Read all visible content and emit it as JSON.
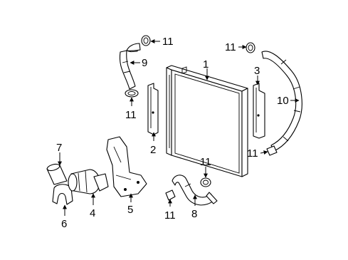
{
  "diagram": {
    "callouts": {
      "c1": "1",
      "c2": "2",
      "c3": "3",
      "c4": "4",
      "c5": "5",
      "c6": "6",
      "c7": "7",
      "c8": "8",
      "c9": "9",
      "c10": "10",
      "c11a": "11",
      "c11b": "11",
      "c11c": "11",
      "c11d": "11",
      "c11e": "11",
      "c11f": "11"
    }
  }
}
